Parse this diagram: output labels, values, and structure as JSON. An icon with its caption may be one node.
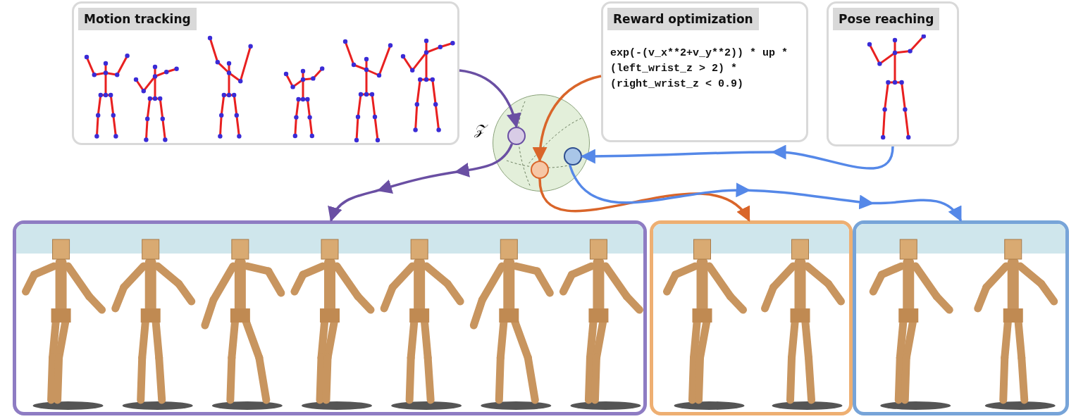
{
  "diagram": {
    "nodes": [
      {
        "text": [
          "Motion tracking"
        ]
      },
      {
        "text": [
          "Reward optimization",
          "exp(-(v_x**2+v_y**2)) * up *(left_wrist_z > 2) *(right_wrist_z < 0.9)"
        ]
      },
      {
        "text": [
          "Pose reaching"
        ]
      },
      {
        "text": [],
        "shape": "circle",
        "beside": [
          "𝒵"
        ]
      },
      {
        "text": [],
        "shape": "circle",
        "in": 3
      },
      {
        "text": [],
        "shape": "circle",
        "in": 3
      },
      {
        "text": [],
        "shape": "circle",
        "in": 3
      },
      {
        "text": [],
        "shape": "picture"
      },
      {
        "text": [],
        "shape": "picture"
      },
      {
        "text": [],
        "shape": "picture"
      }
    ],
    "edges": [
      {
        "from": 0,
        "to": 4,
        "arrow": "to",
        "color": "#6a4fa3"
      },
      {
        "from": 1,
        "to": 5,
        "arrow": "to",
        "color": "#d9652a"
      },
      {
        "from": 2,
        "to": 6,
        "arrow": "to",
        "color": "#5588e8"
      },
      {
        "from": 4,
        "to": 7,
        "arrow": "to",
        "color": "#6a4fa3"
      },
      {
        "from": 5,
        "to": 8,
        "arrow": "to",
        "color": "#d9652a"
      },
      {
        "from": 6,
        "to": 9,
        "arrow": "to",
        "color": "#5588e8"
      }
    ]
  }
}
